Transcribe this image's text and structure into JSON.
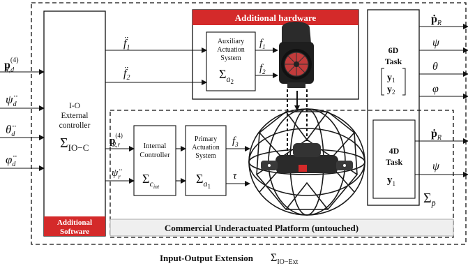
{
  "banners": {
    "additional_hardware": "Additional hardware",
    "additional_software_line1": "Additional",
    "additional_software_line2": "Software",
    "platform": "Commercial Underactuated Platform (untouched)"
  },
  "footer": {
    "caption": "Input-Output Extension",
    "symbol_main": "Σ",
    "symbol_sub": "IO−Ext"
  },
  "inputs": [
    {
      "main": "p",
      "sub": "R,d",
      "sup": "(4)"
    },
    {
      "main": "ψ̈",
      "sub": "d"
    },
    {
      "main": "θ̈",
      "sub": "d"
    },
    {
      "main": "φ̈",
      "sub": "d"
    }
  ],
  "io_controller": {
    "lines": [
      "I-O",
      "External",
      "controller"
    ],
    "symbol_main": "Σ",
    "symbol_sub": "IO−C"
  },
  "aux_actuation": {
    "lines": [
      "Auxiliary",
      "Actuation",
      "System"
    ],
    "symbol_main": "Σ",
    "symbol_sub": "a",
    "symbol_subsub": "2"
  },
  "internal_controller": {
    "lines": [
      "Internal",
      "Controller"
    ],
    "symbol_main": "Σ",
    "symbol_sub": "c",
    "symbol_subsub": "int"
  },
  "primary_actuation": {
    "lines": [
      "Primary",
      "Actuation",
      "System"
    ],
    "symbol_main": "Σ",
    "symbol_sub": "a",
    "symbol_subsub": "1"
  },
  "signals": {
    "f1_ddot": "f̈",
    "f1_sub": "1",
    "f2_ddot": "f̈",
    "f2_sub": "2",
    "f1": "f",
    "f1_idx": "1",
    "f2": "f",
    "f2_idx": "2",
    "f3": "f",
    "f3_idx": "3",
    "tau": "τ",
    "p_r": "p",
    "p_r_sup": "(4)",
    "p_r_sub": "R,r",
    "psi_r": "ψ̈",
    "psi_r_sub": "r"
  },
  "task6d": {
    "title_line1": "6D",
    "title_line2": "Task",
    "y1": "y",
    "y1_sub": "1",
    "y2": "y",
    "y2_sub": "2"
  },
  "task4d": {
    "title_line1": "4D",
    "title_line2": "Task",
    "y": "y",
    "y_sub": "1"
  },
  "outputs6d": [
    {
      "main": "ṗ",
      "sub": "R"
    },
    {
      "main": "ψ"
    },
    {
      "main": "θ"
    },
    {
      "main": "φ"
    }
  ],
  "outputs4d": [
    {
      "main": "ṗ",
      "sub": "R"
    },
    {
      "main": "ψ"
    }
  ],
  "sigma_p": {
    "main": "Σ",
    "sub": "p̄"
  },
  "colors": {
    "banner_red": "#d42a2a",
    "panel_gray": "#efefef"
  }
}
